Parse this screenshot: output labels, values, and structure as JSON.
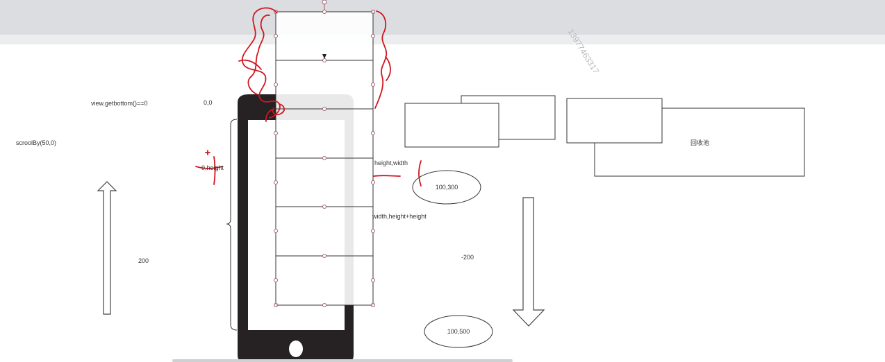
{
  "labels": {
    "view_getbottom": "view.getbottom()==0",
    "origin": "0,0",
    "scroll_by": "scroolBy(50,0)",
    "zero_height": "0,height",
    "height_width": "height,width",
    "width_height_height": "width,height+height",
    "up_amount": "200",
    "down_amount": "-200",
    "recycle_pool": "回收池",
    "watermark": "13977463317"
  },
  "ellipses": {
    "top": "100,300",
    "bottom": "100,500"
  },
  "colors": {
    "annotation_red": "#d0161f",
    "phone_body": "#262123",
    "selection_handle": "#a06070",
    "stroke": "#333333",
    "topbar": "#dcdde0"
  },
  "icons": {
    "up_arrow": "up-arrow-icon",
    "down_arrow": "down-arrow-icon",
    "phone": "smartphone-icon",
    "brace": "left-brace-icon"
  }
}
